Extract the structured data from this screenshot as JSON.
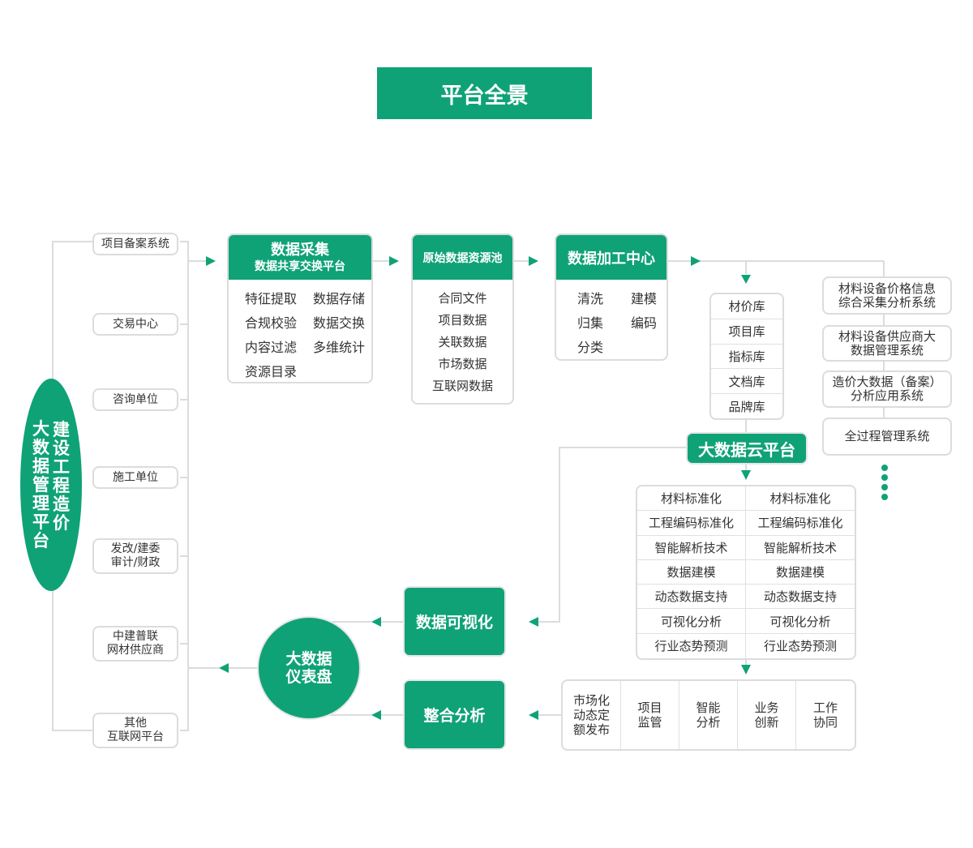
{
  "title": "平台全景",
  "colors": {
    "accent": "#0fa277",
    "line": "#dcdcdc"
  },
  "core": {
    "line1": [
      "建",
      "设",
      "工",
      "程",
      "造",
      "价"
    ],
    "line2": [
      "大",
      "数",
      "据",
      "管",
      "理",
      "平",
      "台"
    ]
  },
  "sources": [
    "项目备案系统",
    "交易中心",
    "咨询单位",
    "施工单位",
    "发改/建委\n审计/财政",
    "中建普联\n网材供应商",
    "其他\n互联网平台"
  ],
  "collect": {
    "title": "数据采集",
    "subtitle": "数据共享交换平台",
    "items": [
      "特征提取",
      "数据存储",
      "合规校验",
      "数据交换",
      "内容过滤",
      "多维统计",
      "资源目录"
    ]
  },
  "pool": {
    "title": "原始数据资源池",
    "items": [
      "合同文件",
      "项目数据",
      "关联数据",
      "市场数据",
      "互联网数据"
    ]
  },
  "process": {
    "title": "数据加工中心",
    "items": [
      "清洗",
      "建模",
      "归集",
      "编码",
      "分类"
    ]
  },
  "libraries": [
    "材价库",
    "项目库",
    "指标库",
    "文档库",
    "品牌库"
  ],
  "systems": [
    "材料设备价格信息\n综合采集分析系统",
    "材料设备供应商大\n数据管理系统",
    "造价大数据（备案）\n分析应用系统",
    "全过程管理系统"
  ],
  "cloud": "大数据云平台",
  "tech": [
    "材料标准化",
    "材料标准化",
    "工程编码标准化",
    "工程编码标准化",
    "智能解析技术",
    "智能解析技术",
    "数据建模",
    "数据建模",
    "动态数据支持",
    "动态数据支持",
    "可视化分析",
    "可视化分析",
    "行业态势预测",
    "行业态势预测"
  ],
  "visual": "数据可视化",
  "integrate": "整合分析",
  "dashboard": {
    "line1": "大数据",
    "line2": "仪表盘"
  },
  "apps": [
    "市场化\n动态定\n额发布",
    "项目\n监管",
    "智能\n分析",
    "业务\n创新",
    "工作\n协同"
  ]
}
